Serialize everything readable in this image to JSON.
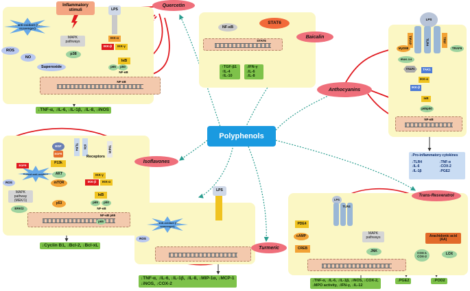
{
  "center": {
    "label": "Polyphenols"
  },
  "compounds": {
    "quercetin": "Quercetin",
    "baicalin": "Baicalin",
    "anthocyanins": "Anthocyanins",
    "isoflavones": "Isoflavones",
    "turmeric": "Turmeric",
    "trans_resveratrol": "Trans-Resveratrol"
  },
  "quercetin_panel": {
    "inflammatory_stimuli": "Inflammatory stimuli",
    "lps": "LPS",
    "antioxidant": "Potent anti-oxidant (Radical scavenger)",
    "ros": "ROS",
    "no": "NO",
    "superoxide": "Superoxide",
    "mapk": "MAPK pathways",
    "p38": "p38",
    "ikk_a": "IKK-α",
    "ikk_b": "IKK-β",
    "ikk_g": "IKK-γ",
    "ikb": "IκB",
    "p65": "p65",
    "p50": "p50",
    "nfkb": "NF-κB",
    "nfkb2": "NF-κB",
    "result": "↓TNF-α, ↓IL-6, ↓IL-1β, ↓IL-8, ↓iNOS"
  },
  "baicalin_panel": {
    "nfkb": "NF-κB",
    "stat6": "STAT6",
    "stat6_small": "STAT6",
    "result_up": "↑TGF-β1\n↑IL-4\n↑IL-10",
    "result_down": "↓IFN-γ\n↓IL-6\n↓IL-8"
  },
  "anthocyanins_panel": {
    "lps": "LPS",
    "tlr4": "TLR4",
    "tirap": "TIRAP",
    "trif": "TRIF",
    "myd88": "MyD88",
    "irak": "IRAK-1/4",
    "traf6": "TRAF6",
    "tak1": "TAK1",
    "ikk_a": "IKK-α",
    "ikk_b": "IKK-β",
    "ikb": "IκB",
    "p65p50": "p65p50",
    "nfkb": "NF-κB",
    "result_title": "↓Pro-inflammatory cytokines",
    "result_left": "↓TLR4\n↓IL-6\n↓IL-1β",
    "result_right": "↓TNF-α\n↓COX-2\n↓PGE2"
  },
  "isoflavones_panel": {
    "egf": "EGF",
    "egfr": "EGFR",
    "p13k": "P13k",
    "akt": "AKT",
    "mtor": "mTOR",
    "antioxidant": "Potent anti-oxidant",
    "ros": "ROS",
    "mapk": "MAPK pathway (MEK/1)",
    "erk": "ERK/2",
    "p53": "p53",
    "receptors": "Receptors",
    "tlr4": "TLR4",
    "ifn": "IFN",
    "tnfr": "TNFR",
    "ikk_g": "IKK-γ",
    "ikk_b": "IKK-β",
    "ikk_a": "IKK-α",
    "ikb": "IκB",
    "p65": "p65",
    "p50": "p50",
    "nfkb": "NF-κB",
    "nfkb_p65": "NF-κB p65",
    "p65b": "p65",
    "result": "↓Cyclin B1, ↓Bcl-2, ↓Bcl-xL"
  },
  "turmeric_panel": {
    "lps": "LPS",
    "antioxidant": "Potent anti-oxidant (Radical scavenger)",
    "ros": "ROS",
    "result": "↓TNF-α, ↓IL-6, ↓IL-1β, ↓IL-8, ↓MIP-1α, ↓MCP-1\n↓iNOS, ↓COX-2"
  },
  "resveratrol_panel": {
    "lps": "LPS",
    "tlr4": "TLR4",
    "pde4": "PDE4",
    "camp": "cAMP",
    "creb": "CREB",
    "mapk": "MAPK pathways",
    "jnk": "JNK",
    "aa": "Arachidonic acid (AA)",
    "cox": "COX-1 COX-2",
    "lox": "LOX",
    "result": "↓TNF-α, ↓IL-6, ↓IL-1β, ↓iNOS, ↓COX-2,\n↓MPO activity, ↓IFN-γ, ↓IL-12",
    "pge2": "↓PGE2",
    "pod2": "↓POD2"
  },
  "colors": {
    "panel": "#fbf7c4",
    "compound": "#ef6f7b",
    "center": "#1a9ae0",
    "result": "#7ec24a",
    "inhibit": "#e0191f",
    "connector": "#2a9d8f"
  }
}
